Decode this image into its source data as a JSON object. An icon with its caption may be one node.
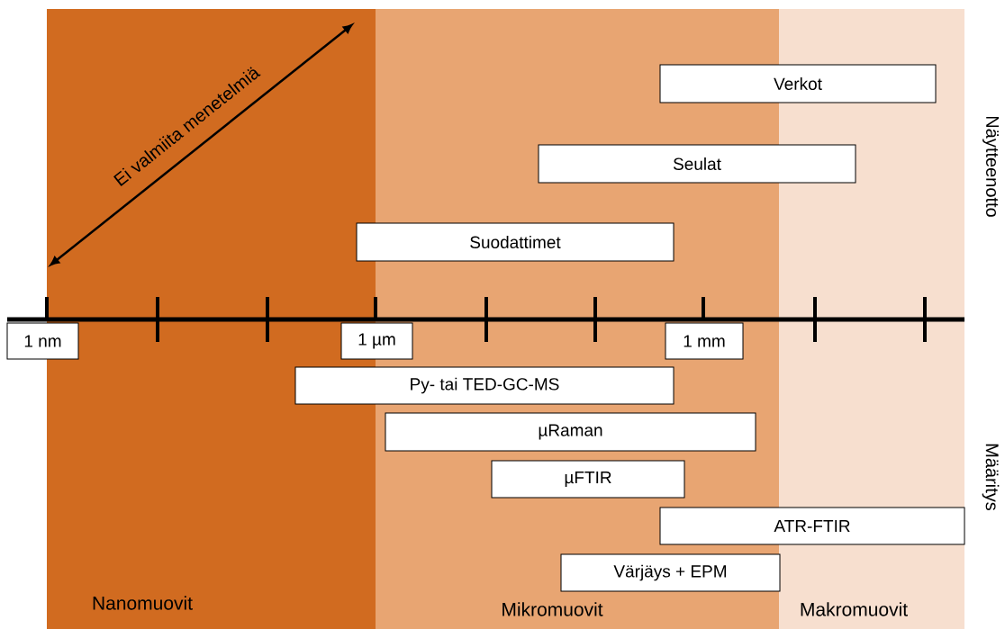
{
  "diagram": {
    "nodes": [
      {
        "text": [
          "Nanomuovit"
        ]
      },
      {
        "text": [
          "Mikromuovit"
        ]
      },
      {
        "text": [
          "Makromuovit"
        ]
      },
      {
        "text": [
          "Verkot"
        ]
      },
      {
        "text": [
          "Seulat"
        ]
      },
      {
        "text": [
          "Suodattimet"
        ]
      },
      {
        "text": [
          "1 nm"
        ]
      },
      {
        "text": [
          "1 µm"
        ]
      },
      {
        "text": [
          "1 mm"
        ],
        "in": 1
      },
      {
        "text": [
          "Py- tai TED-GC-MS"
        ]
      },
      {
        "text": [
          "µRaman"
        ],
        "in": 1
      },
      {
        "text": [
          "µFTIR"
        ],
        "in": 1
      },
      {
        "text": [
          "ATR-FTIR"
        ]
      },
      {
        "text": [
          "Värjäys + EPM"
        ],
        "in": 1
      }
    ],
    "labels": [
      "Ei valmiita menetelmiä",
      "Näytteenotto",
      "Määritys"
    ]
  }
}
